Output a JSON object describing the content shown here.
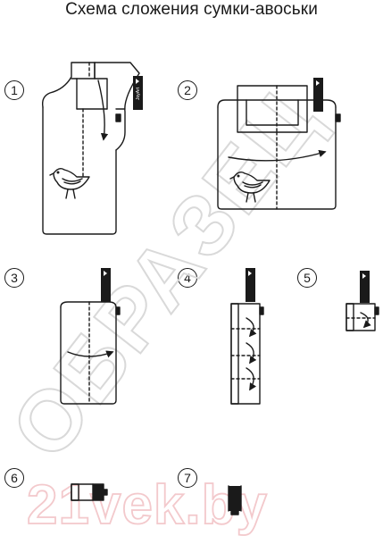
{
  "title": "Схема сложения сумки-авоськи",
  "steps": [
    "1",
    "2",
    "3",
    "4",
    "5",
    "6",
    "7"
  ],
  "tag_text": "JoyArt",
  "watermark": {
    "word": "ОБРАЗЕЦ",
    "site": "21vek.by"
  },
  "colors": {
    "ink": "#1a1a1a",
    "watermark_grey": "#d9d9d9",
    "watermark_red": "#f3c9cc"
  }
}
